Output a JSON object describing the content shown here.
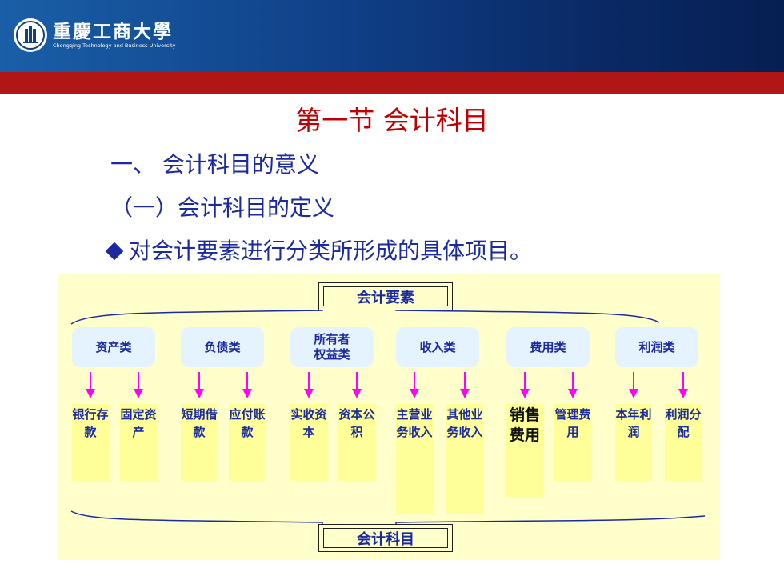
{
  "header": {
    "university_cn": "重慶工商大學",
    "university_en": "Chongqing Technology and Business University"
  },
  "title": "第一节  会计科目",
  "lines": [
    "一、 会计科目的意义",
    "（一）会计科目的定义",
    "对会计要素进行分类所形成的具体项目。"
  ],
  "diagram": {
    "top_label": "会计要素",
    "bottom_label": "会计科目",
    "categories": [
      {
        "label": "资产类",
        "items": [
          "银行存款",
          "固定资产"
        ]
      },
      {
        "label": "负债类",
        "items": [
          "短期借款",
          "应付账款"
        ]
      },
      {
        "label": "所有者\n权益类",
        "items": [
          "实收资本",
          "资本公积"
        ]
      },
      {
        "label": "收入类",
        "items": [
          "主营业务收入",
          "其他业务收入"
        ]
      },
      {
        "label": "费用类",
        "items": [
          "销售费用",
          "管理费用"
        ]
      },
      {
        "label": "利润类",
        "items": [
          "本年利润",
          "利润分配"
        ]
      }
    ]
  },
  "colors": {
    "title": "#c00000",
    "text": "#1b2a9e",
    "arrow": "#ff00ff",
    "diagram_bg": "#ffffcc",
    "item_bg": "#ffff99",
    "category_bg": "#e5f2ff"
  }
}
